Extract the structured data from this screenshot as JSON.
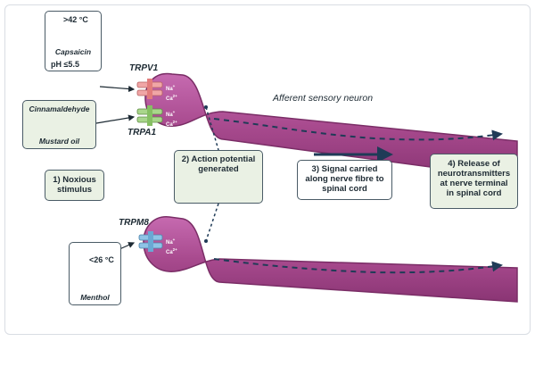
{
  "stimuli": {
    "heat_label": ">42 °C",
    "capsaicin_label": "Capsaicin",
    "ph_label": "pH ≤5.5",
    "cinnamaldehyde_label": "Cinnamaldehyde",
    "mustard_oil_label": "Mustard oil",
    "cold_label": "<26 °C",
    "menthol_label": "Menthol"
  },
  "channels": {
    "trpv1": "TRPV1",
    "trpa1": "TRPA1",
    "trpm8": "TRPM8"
  },
  "ions": {
    "na": "Na",
    "na_charge": "+",
    "ca": "Ca",
    "ca_charge": "2+"
  },
  "neuron_label": "Afferent sensory neuron",
  "steps": {
    "step1": "1) Noxious stimulus",
    "step2": "2) Action potential generated",
    "step3": "3) Signal carried along nerve fibre to spinal cord",
    "step4": "4) Release of neurotransmitters at nerve terminal in spinal cord"
  },
  "colors": {
    "neuron": "#a84a8e",
    "trpv1": "#f0a6a6",
    "trpa1": "#a9d68b",
    "trpm8": "#8fc3e6",
    "arrow": "#1f3b57",
    "green_box": "#eaf1e4"
  }
}
